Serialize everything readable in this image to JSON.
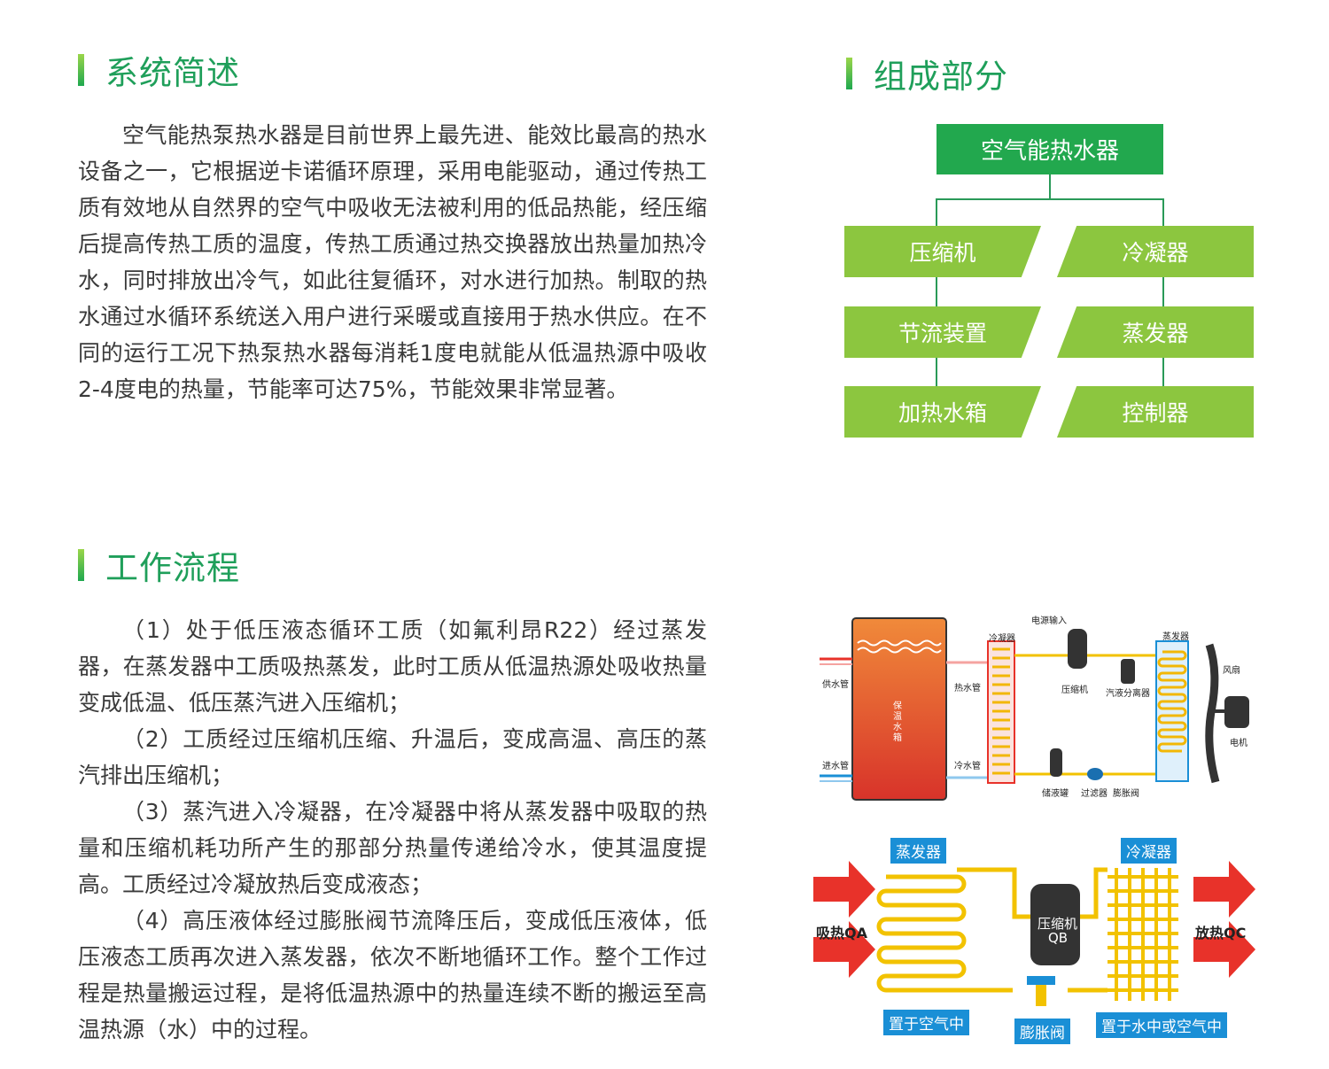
{
  "sections": {
    "overview": {
      "title": "系统简述",
      "paragraphs": [
        "空气能热泵热水器是目前世界上最先进、能效比最高的热水设备之一，它根据逆卡诺循环原理，采用电能驱动，通过传热工质有效地从自然界的空气中吸收无法被利用的低品热能，经压缩后提高传热工质的温度，传热工质通过热交换器放出热量加热冷水，同时排放出冷气，如此往复循环，对水进行加热。制取的热水通过水循环系统送入用户进行采暖或直接用于热水供应。在不同的运行工况下热泵热水器每消耗1度电就能从低温热源中吸收2-4度电的热量，节能率可达75%，节能效果非常显著。"
      ]
    },
    "components": {
      "title": "组成部分",
      "root": "空气能热水器",
      "left": [
        "压缩机",
        "节流装置",
        "加热水箱"
      ],
      "right": [
        "冷凝器",
        "蒸发器",
        "控制器"
      ]
    },
    "workflow": {
      "title": "工作流程",
      "paragraphs": [
        "（1）处于低压液态循环工质（如氟利昂R22）经过蒸发器，在蒸发器中工质吸热蒸发，此时工质从低温热源处吸收热量变成低温、低压蒸汽进入压缩机；",
        "（2）工质经过压缩机压缩、升温后，变成高温、高压的蒸汽排出压缩机；",
        "（3）蒸汽进入冷凝器，在冷凝器中将从蒸发器中吸取的热量和压缩机耗功所产生的那部分热量传递给冷水，使其温度提高。工质经过冷凝放热后变成液态；",
        "（4）高压液体经过膨胀阀节流降压后，变成低压液体，低压液态工质再次进入蒸发器，依次不断地循环工作。整个工作过程是热量搬运过程，是将低温热源中的热量连续不断的搬运至高温热源（水）中的过程。"
      ]
    }
  },
  "diagram1": {
    "tank": "保温水箱",
    "supply_pipe": "供水管",
    "inlet_pipe": "进水管",
    "hot_pipe": "热水管",
    "cold_pipe": "冷水管",
    "condenser": "冷凝器",
    "power_input": "电源输入",
    "compressor": "压缩机",
    "separator": "汽液分离器",
    "evaporator": "蒸发器",
    "fan": "风扇",
    "motor": "电机",
    "receiver": "储液罐",
    "filter": "过滤器",
    "expansion": "膨胀阀"
  },
  "diagram2": {
    "evaporator": "蒸发器",
    "condenser": "冷凝器",
    "absorb": "吸热QA",
    "release": "放热QC",
    "compressor": "压缩机",
    "compressor_q": "QB",
    "in_air": "置于空气中",
    "expansion": "膨胀阀",
    "in_water_air": "置于水中或空气中"
  },
  "colors": {
    "accent_green": "#1f9f5a",
    "node_green": "#8cc63f",
    "root_green": "#22a84e",
    "label_blue": "#1a8fd6",
    "arrow_red": "#e8322a"
  }
}
